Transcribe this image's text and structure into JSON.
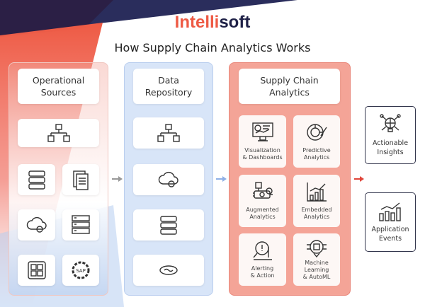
{
  "brand": {
    "part1": "Intelli",
    "part2": "soft"
  },
  "title": "How Supply Chain Analytics Works",
  "colors": {
    "navy": "#2a2d5c",
    "red": "#ee5a44",
    "blue_panel": "#d8e5f8",
    "red_panel": "#f4a497"
  },
  "columns": {
    "operational_sources": {
      "title_line1": "Operational",
      "title_line2": "Sources",
      "icons": [
        "database-hierarchy-icon",
        "database-icon",
        "documents-icon",
        "cloud-gear-icon",
        "server-icon",
        "grid-apps-icon",
        "sap-gear-icon"
      ]
    },
    "data_repository": {
      "title_line1": "Data",
      "title_line2": "Repository",
      "icons": [
        "database-hierarchy-icon",
        "cloud-gear-icon",
        "database-icon",
        "data-lake-icon"
      ]
    },
    "supply_chain_analytics": {
      "title_line1": "Supply Chain",
      "title_line2": "Analytics",
      "tiles": [
        {
          "line1": "Visualization",
          "line2": "& Dashboards",
          "icon": "monitor-dashboard-icon"
        },
        {
          "line1": "Predictive",
          "line2": "Analytics",
          "icon": "predictive-chart-icon"
        },
        {
          "line1": "Augmented",
          "line2": "Analytics",
          "icon": "augmented-analytics-icon"
        },
        {
          "line1": "Embedded",
          "line2": "Analytics",
          "icon": "bar-line-chart-icon"
        },
        {
          "line1": "Alerting",
          "line2": "& Action",
          "icon": "alert-magnifier-icon"
        },
        {
          "line1": "Machine",
          "line2": "Learning",
          "line3": "& AutoML",
          "icon": "ml-bulb-icon"
        }
      ]
    }
  },
  "outputs": [
    {
      "line1": "Actionable",
      "line2": "Insights",
      "icon": "insight-bulb-icon"
    },
    {
      "line1": "Application",
      "line2": "Events",
      "icon": "bar-line-chart-icon"
    }
  ]
}
